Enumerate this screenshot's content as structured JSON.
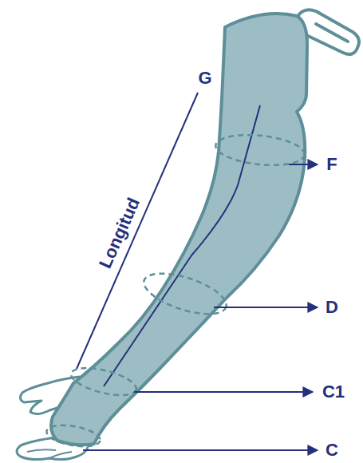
{
  "diagram": {
    "labels": [
      "G",
      "Longitud",
      "F",
      "D",
      "C1",
      "C"
    ]
  }
}
